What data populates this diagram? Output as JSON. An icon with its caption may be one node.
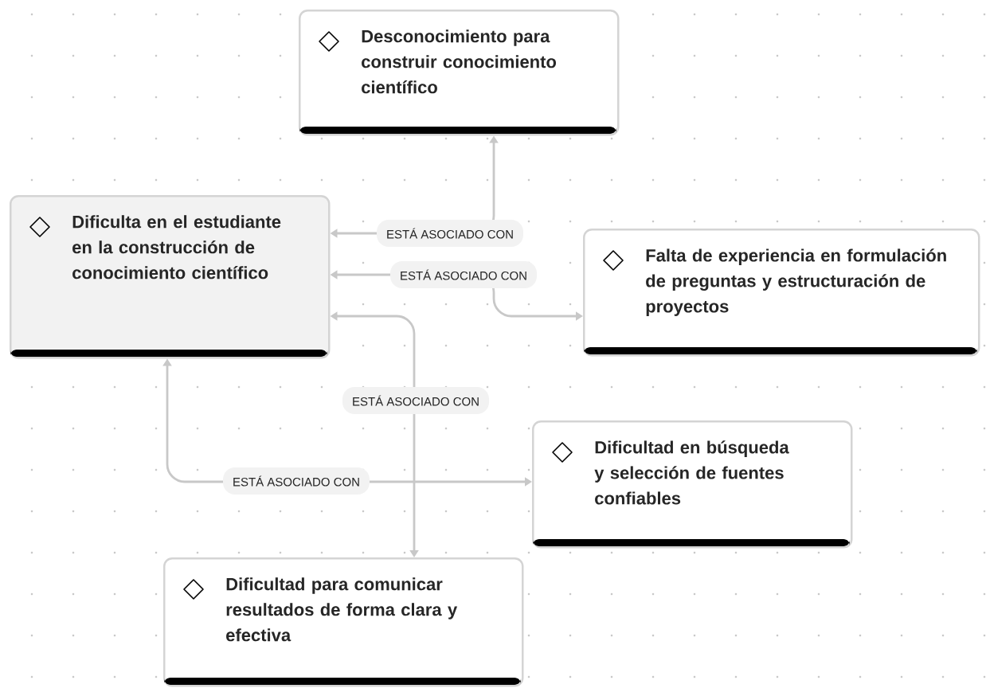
{
  "diagram": {
    "nodes": [
      {
        "text": [
          "Desconocimiento para construir conocimiento científico"
        ]
      },
      {
        "text": [
          "Dificulta en el estudiante en la construcción de conocimiento científico"
        ]
      },
      {
        "text": [
          "Falta de experiencia en formulación de preguntas y estructuración de proyectos"
        ]
      },
      {
        "text": [
          "Dificultad en búsqueda y selección de fuentes confiables"
        ]
      },
      {
        "text": [
          "Dificultad para comunicar resultados de forma clara y efectiva"
        ]
      }
    ],
    "edges": [
      {
        "from": 1,
        "to": 0,
        "arrow": "both",
        "label": "ESTÁ ASOCIADO CON"
      },
      {
        "from": 1,
        "to": 2,
        "arrow": "both",
        "label": "ESTÁ ASOCIADO CON"
      },
      {
        "from": 1,
        "to": 4,
        "arrow": "both",
        "label": "ESTÁ ASOCIADO CON"
      },
      {
        "from": 1,
        "to": 3,
        "arrow": "both",
        "label": "ESTÁ ASOCIADO CON"
      }
    ]
  }
}
